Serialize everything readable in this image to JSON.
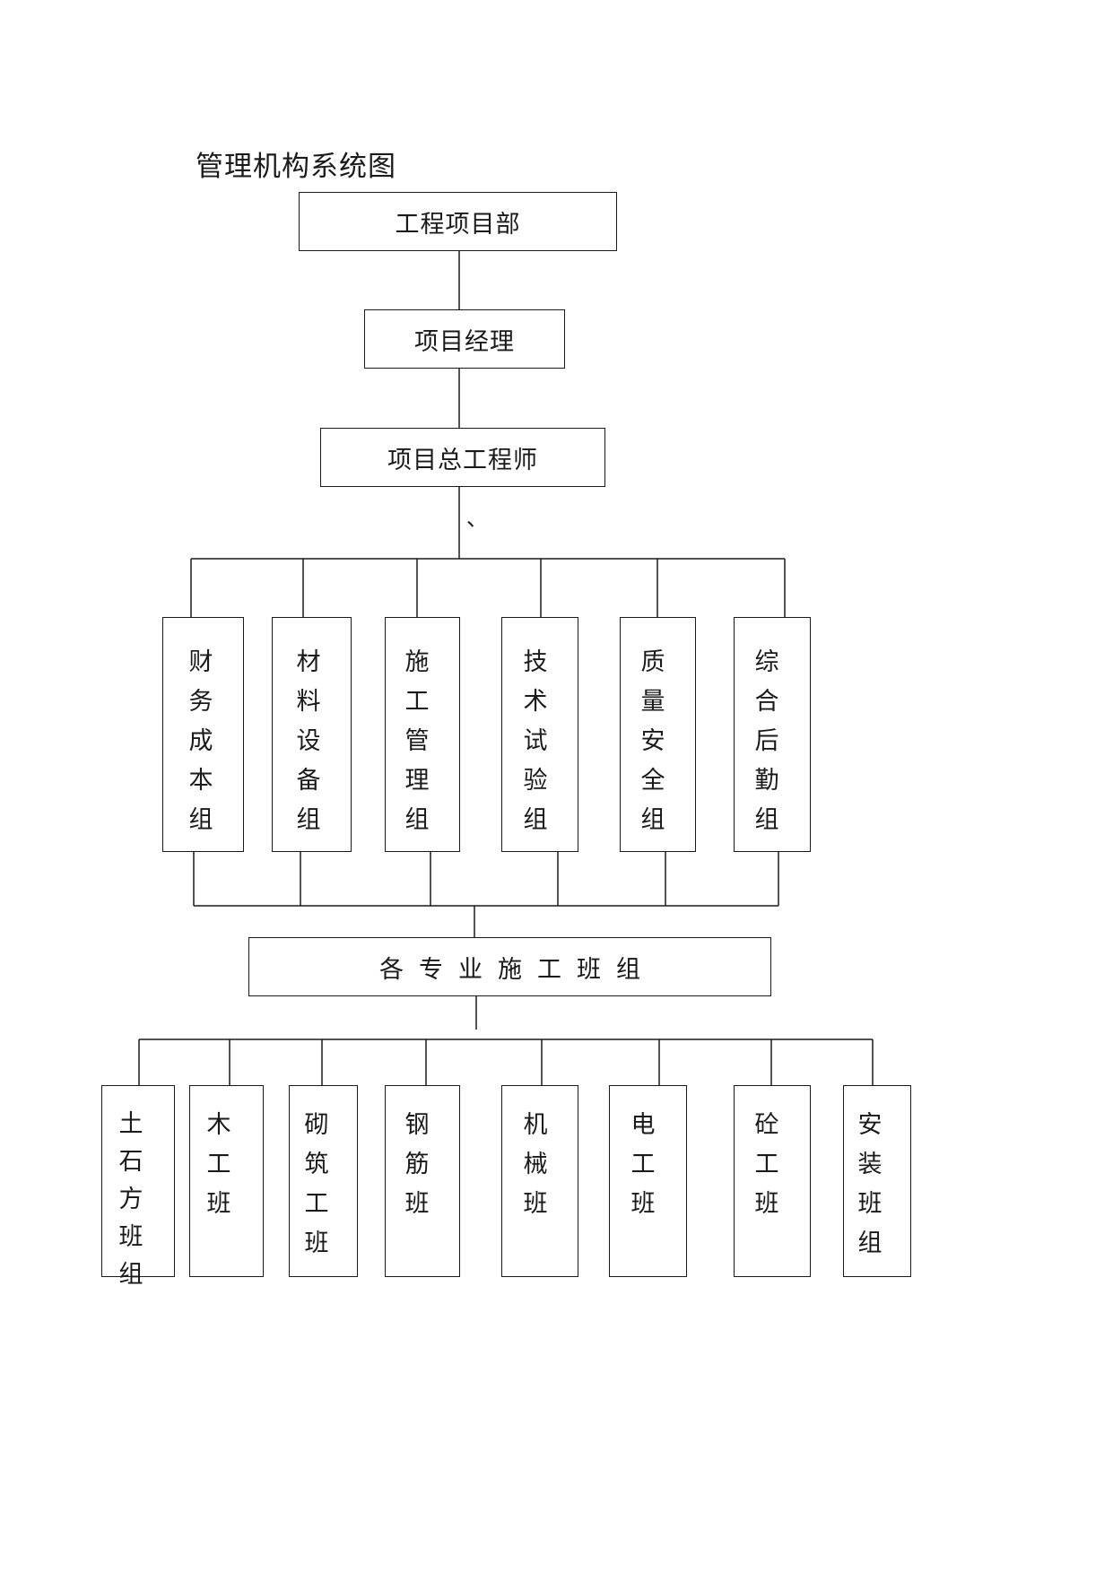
{
  "title": "管理机构系统图",
  "mark": "、",
  "top": {
    "department": "工程项目部",
    "manager": "项目经理",
    "chief_engineer": "项目总工程师"
  },
  "groups": [
    {
      "label": "财务成本组"
    },
    {
      "label": "材料设备组"
    },
    {
      "label": "施工管理组"
    },
    {
      "label": "技术试验组"
    },
    {
      "label": "质量安全组"
    },
    {
      "label": "综合后勤组"
    }
  ],
  "teams_header": "各专业施工班组",
  "teams": [
    {
      "label": "土石方班组"
    },
    {
      "label": "木工班"
    },
    {
      "label": "砌筑工班"
    },
    {
      "label": "钢筋班"
    },
    {
      "label": "机械班"
    },
    {
      "label": "电工班"
    },
    {
      "label": "砼工班"
    },
    {
      "label": "安装班组"
    }
  ]
}
